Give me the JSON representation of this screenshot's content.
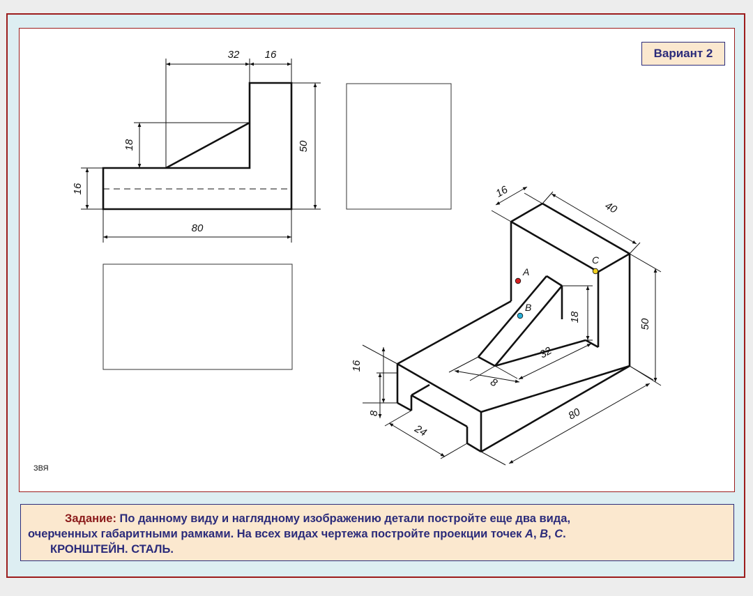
{
  "variant": "Вариант 2",
  "author_code": "ЗВЯ",
  "task": {
    "heading": "Задание:",
    "line1": "По данному виду и наглядному изображению детали постройте еще два вида,",
    "line2_prefix": "очерченных габаритными рамками. На  всех видах чертежа постройте проекции точек ",
    "point_a": "A",
    "sep1": ", ",
    "point_b": "B",
    "sep2": ", ",
    "point_c": "C",
    "line2_end": ".",
    "line3": "КРОНШТЕЙН. СТАЛЬ."
  },
  "front_view": {
    "dims": {
      "top_left": "32",
      "top_right": "16",
      "slope_height": "18",
      "base_height": "16",
      "total_height": "50",
      "width": "80"
    }
  },
  "iso_view": {
    "dims": {
      "depth_top": "16",
      "width_top": "40",
      "height": "50",
      "slope_height": "18",
      "slope_length": "32",
      "rib_width": "8",
      "base_height": "16",
      "groove_height": "8",
      "groove_width": "24",
      "length": "80"
    },
    "points": [
      {
        "label": "A",
        "color": "#d42020"
      },
      {
        "label": "B",
        "color": "#2ab0d8"
      },
      {
        "label": "C",
        "color": "#f0d020"
      }
    ]
  },
  "colors": {
    "frame_border": "#9c1c1c",
    "panel_bg": "#fbe8cf",
    "text_blue": "#2b2b7a",
    "heading_red": "#8b1a1a"
  }
}
